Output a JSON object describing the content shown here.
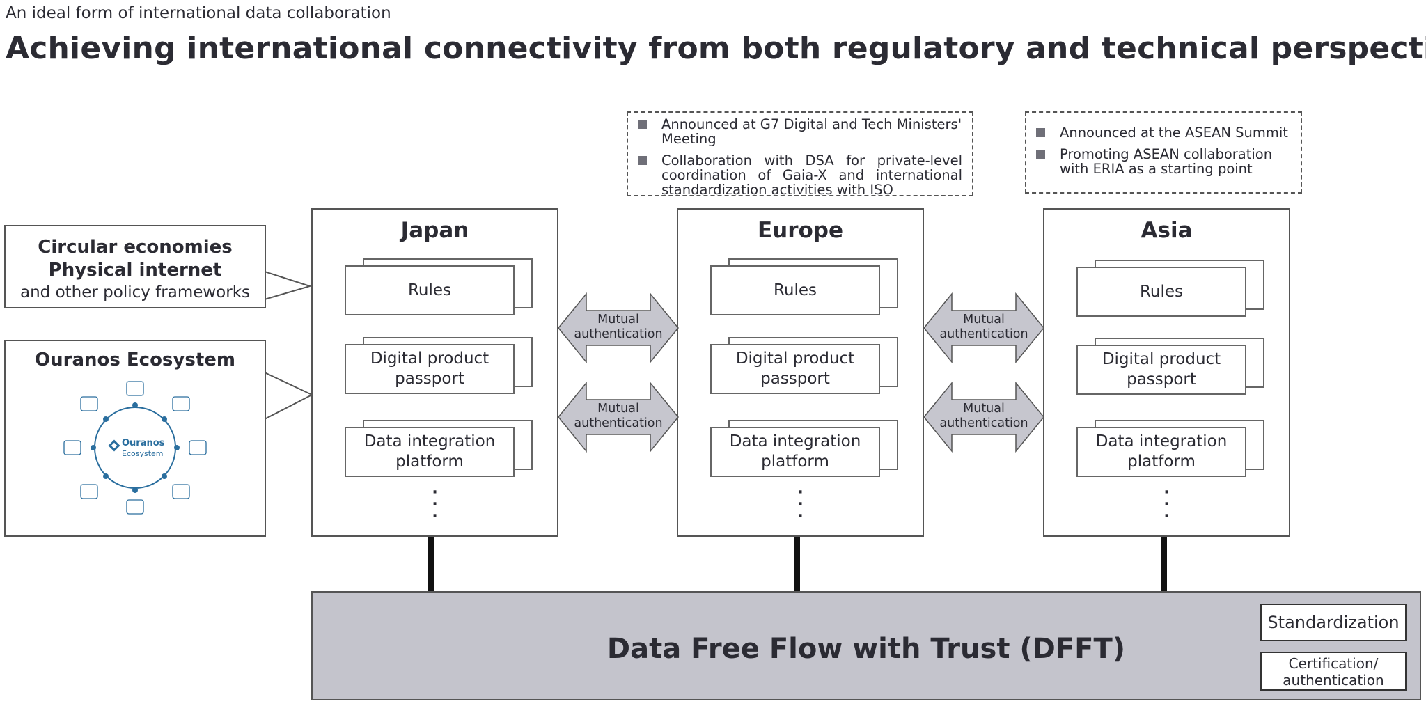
{
  "header": {
    "subtitle": "An ideal form of international data collaboration",
    "title": "Achieving international connectivity from both regulatory and technical perspectives"
  },
  "notes": {
    "europe": [
      "Announced at G7 Digital and Tech Ministers' Meeting",
      "Collaboration with DSA for private-level coordination of Gaia-X and international standardization activities with ISO"
    ],
    "asia": [
      "Announced at the ASEAN Summit",
      "Promoting ASEAN collaboration with ERIA as a starting point"
    ]
  },
  "callouts": {
    "policy": {
      "line1": "Circular economies",
      "line2": "Physical internet",
      "line3": "and other policy frameworks"
    },
    "ouranos": {
      "title": "Ouranos Ecosystem",
      "logo_line1": "Ouranos",
      "logo_line2": "Ecosystem"
    }
  },
  "regions": [
    {
      "name": "Japan",
      "cards": [
        "Rules",
        "Digital product passport",
        "Data integration platform"
      ]
    },
    {
      "name": "Europe",
      "cards": [
        "Rules",
        "Digital product passport",
        "Data integration platform"
      ]
    },
    {
      "name": "Asia",
      "cards": [
        "Rules",
        "Digital product passport",
        "Data integration platform"
      ]
    }
  ],
  "arrows": {
    "label": "Mutual authentication"
  },
  "dfft": {
    "label": "Data Free Flow with Trust (DFFT)",
    "standardization": "Standardization",
    "certification": "Certification/ authentication"
  },
  "colors": {
    "text": "#2b2b33",
    "dfft_bg": "#c4c4cc",
    "arrow_fill": "#c6c6ce",
    "ouranos_blue": "#2a6e9e"
  }
}
